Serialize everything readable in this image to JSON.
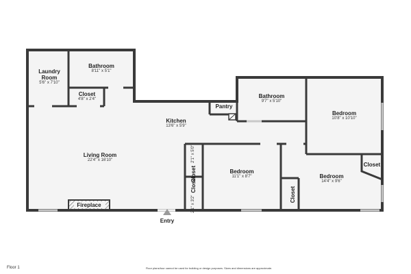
{
  "rooms": {
    "laundry": {
      "name_line1": "Laundry",
      "name_line2": "Room",
      "dims": "5'6\" x 7'10\""
    },
    "bathroom1": {
      "name": "Bathroom",
      "dims": "8'11\" x 5'1\""
    },
    "closet1": {
      "name": "Closet",
      "dims": "4'8\" x 2'4\""
    },
    "kitchen": {
      "name": "Kitchen",
      "dims": "13'6\" x 5'9\""
    },
    "pantry": {
      "name": "Pantry"
    },
    "bathroom2": {
      "name": "Bathroom",
      "dims": "9'7\" x 5'10\""
    },
    "bedroom1": {
      "name": "Bedroom",
      "dims": "10'8\" x 10'10\""
    },
    "living": {
      "name": "Living Room",
      "dims": "22'4\" x 16'10\""
    },
    "closet2": {
      "name": "Closet",
      "dims": "2'1\" x 5'0\""
    },
    "closet3": {
      "name": "Closet",
      "dims": "2'1\" x 3'2\""
    },
    "bedroom2": {
      "name": "Bedroom",
      "dims": "11'1\" x 8'7\""
    },
    "closet4": {
      "name": "Closet"
    },
    "bedroom3": {
      "name": "Bedroom",
      "dims": "14'4\" x 9'6\""
    },
    "closet5": {
      "name": "Closet"
    }
  },
  "fireplace": "Fireplace",
  "entry": "Entry",
  "floor_label": "Floor 1",
  "disclaimer": "Floor plans/tour cannot be used for building or design purposes. Sizes and dimensions are approximate.",
  "colors": {
    "wall": "#3a3a3a",
    "floor": "#f4f4f4",
    "window": "#c9c9c9"
  }
}
